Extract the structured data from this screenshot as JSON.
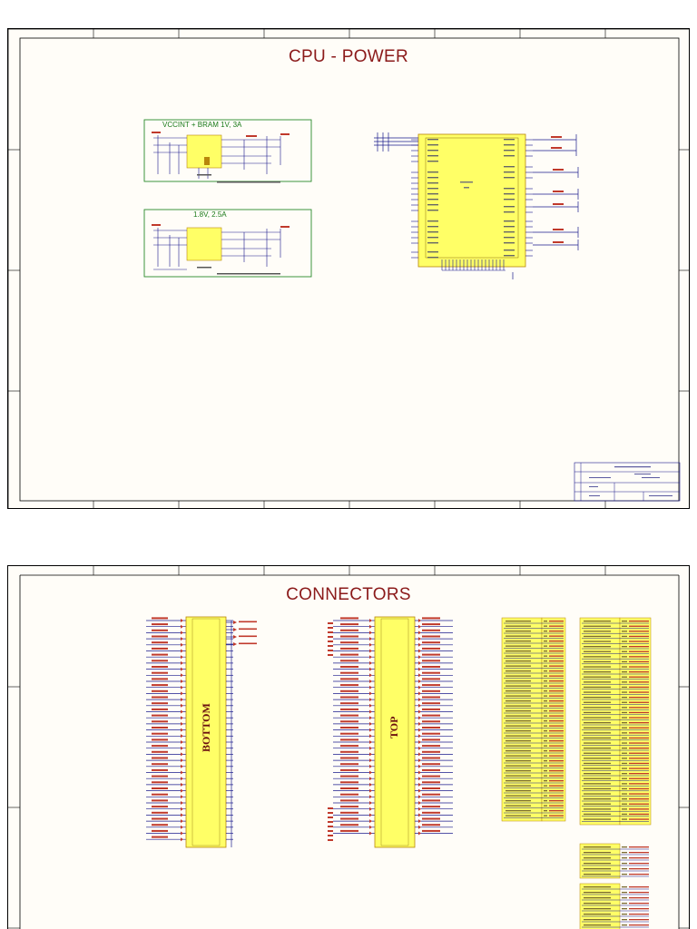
{
  "sheets": {
    "power": {
      "title": "CPU - POWER",
      "regulator_1_label": "VCCINT + BRAM   1V, 3A",
      "regulator_2_label": "1.8V, 2.5A"
    },
    "connectors": {
      "title": "CONNECTORS",
      "bottom_label": "BOTTOM",
      "top_label": "TOP"
    }
  },
  "colors": {
    "title": "#8b1a1a",
    "wire": "#1a1a8c",
    "part_fill": "#ffff66",
    "part_border": "#b8860b",
    "box": "#2a8a2a",
    "net": "#c0392b"
  }
}
